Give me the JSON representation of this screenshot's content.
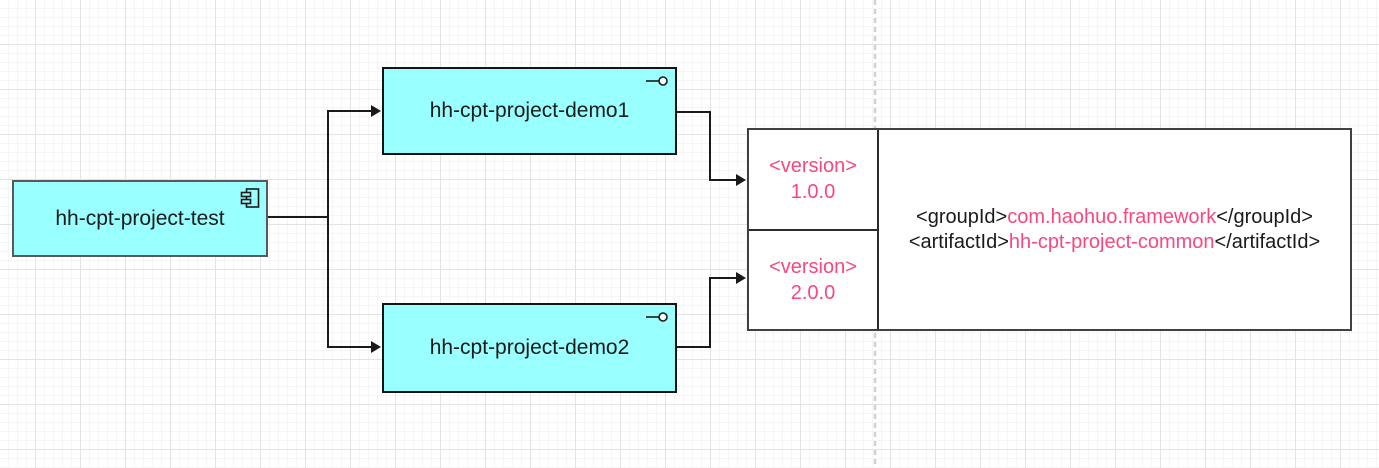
{
  "diagram": {
    "nodes": {
      "test": {
        "label": "hh-cpt-project-test",
        "icon": "uml-component-icon"
      },
      "demo1": {
        "label": "hh-cpt-project-demo1",
        "icon": "provided-interface-lollipop-icon"
      },
      "demo2": {
        "label": "hh-cpt-project-demo2",
        "icon": "provided-interface-lollipop-icon"
      }
    },
    "dependency_table": {
      "version_rows": [
        {
          "tag": "<version>",
          "value": "1.0.0"
        },
        {
          "tag": "<version>",
          "value": "2.0.0"
        }
      ],
      "artifact_lines": [
        {
          "open": "<groupId>",
          "value": "com.haohuo.framework",
          "close": "</groupId>"
        },
        {
          "open": "<artifactId>",
          "value": "hh-cpt-project-common",
          "close": "</artifactId>"
        }
      ]
    },
    "edges": [
      {
        "from": "hh-cpt-project-test",
        "to": "hh-cpt-project-demo1"
      },
      {
        "from": "hh-cpt-project-test",
        "to": "hh-cpt-project-demo2"
      },
      {
        "from": "hh-cpt-project-demo1",
        "to": "version 1.0.0"
      },
      {
        "from": "hh-cpt-project-demo2",
        "to": "version 2.0.0"
      }
    ],
    "colors": {
      "node_fill": "#99FFFF",
      "node_stroke": "#141414",
      "accent_text": "#F8487C",
      "text": "#1A1A1A",
      "connector": "#1A1A1A",
      "grid_major": "#E3E3E3",
      "grid_minor": "#F5F5F5",
      "page_boundary": "#D0D0D0"
    }
  }
}
